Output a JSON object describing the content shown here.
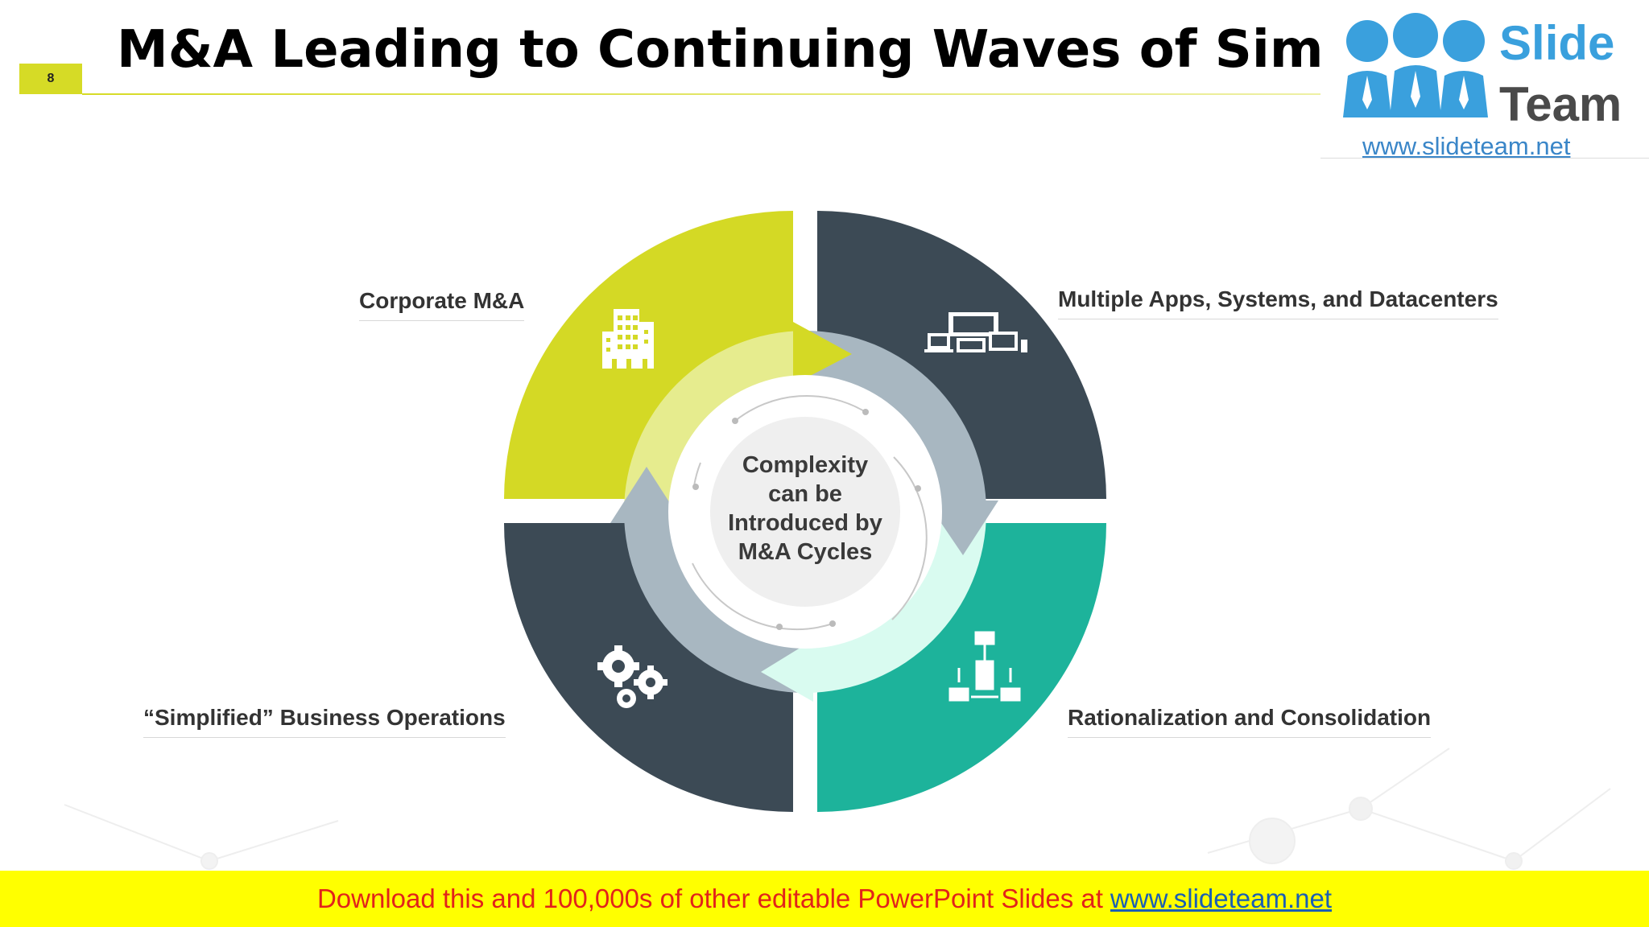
{
  "slide": {
    "number": "8",
    "title": "M&A Leading to Continuing Waves of Simplification"
  },
  "logo": {
    "line1": "Slide",
    "line2": "Team",
    "url": "www.slideteam.net"
  },
  "diagram": {
    "center_text": [
      "Complexity",
      "can be",
      "Introduced by",
      "M&A Cycles"
    ],
    "segments": [
      {
        "label": "Corporate M&A",
        "icon": "buildings-icon",
        "color": "#d4d925"
      },
      {
        "label": "Multiple Apps, Systems, and Datacenters",
        "icon": "devices-icon",
        "color": "#3c4a55"
      },
      {
        "label": "Rationalization and Consolidation",
        "icon": "network-flow-icon",
        "color": "#1db39b"
      },
      {
        "label": "“Simplified” Business Operations",
        "icon": "gears-icon",
        "color": "#3c4a55"
      }
    ]
  },
  "footer": {
    "text": "Download this and 100,000s of other editable PowerPoint Slides at",
    "link": "www.slideteam.net"
  }
}
